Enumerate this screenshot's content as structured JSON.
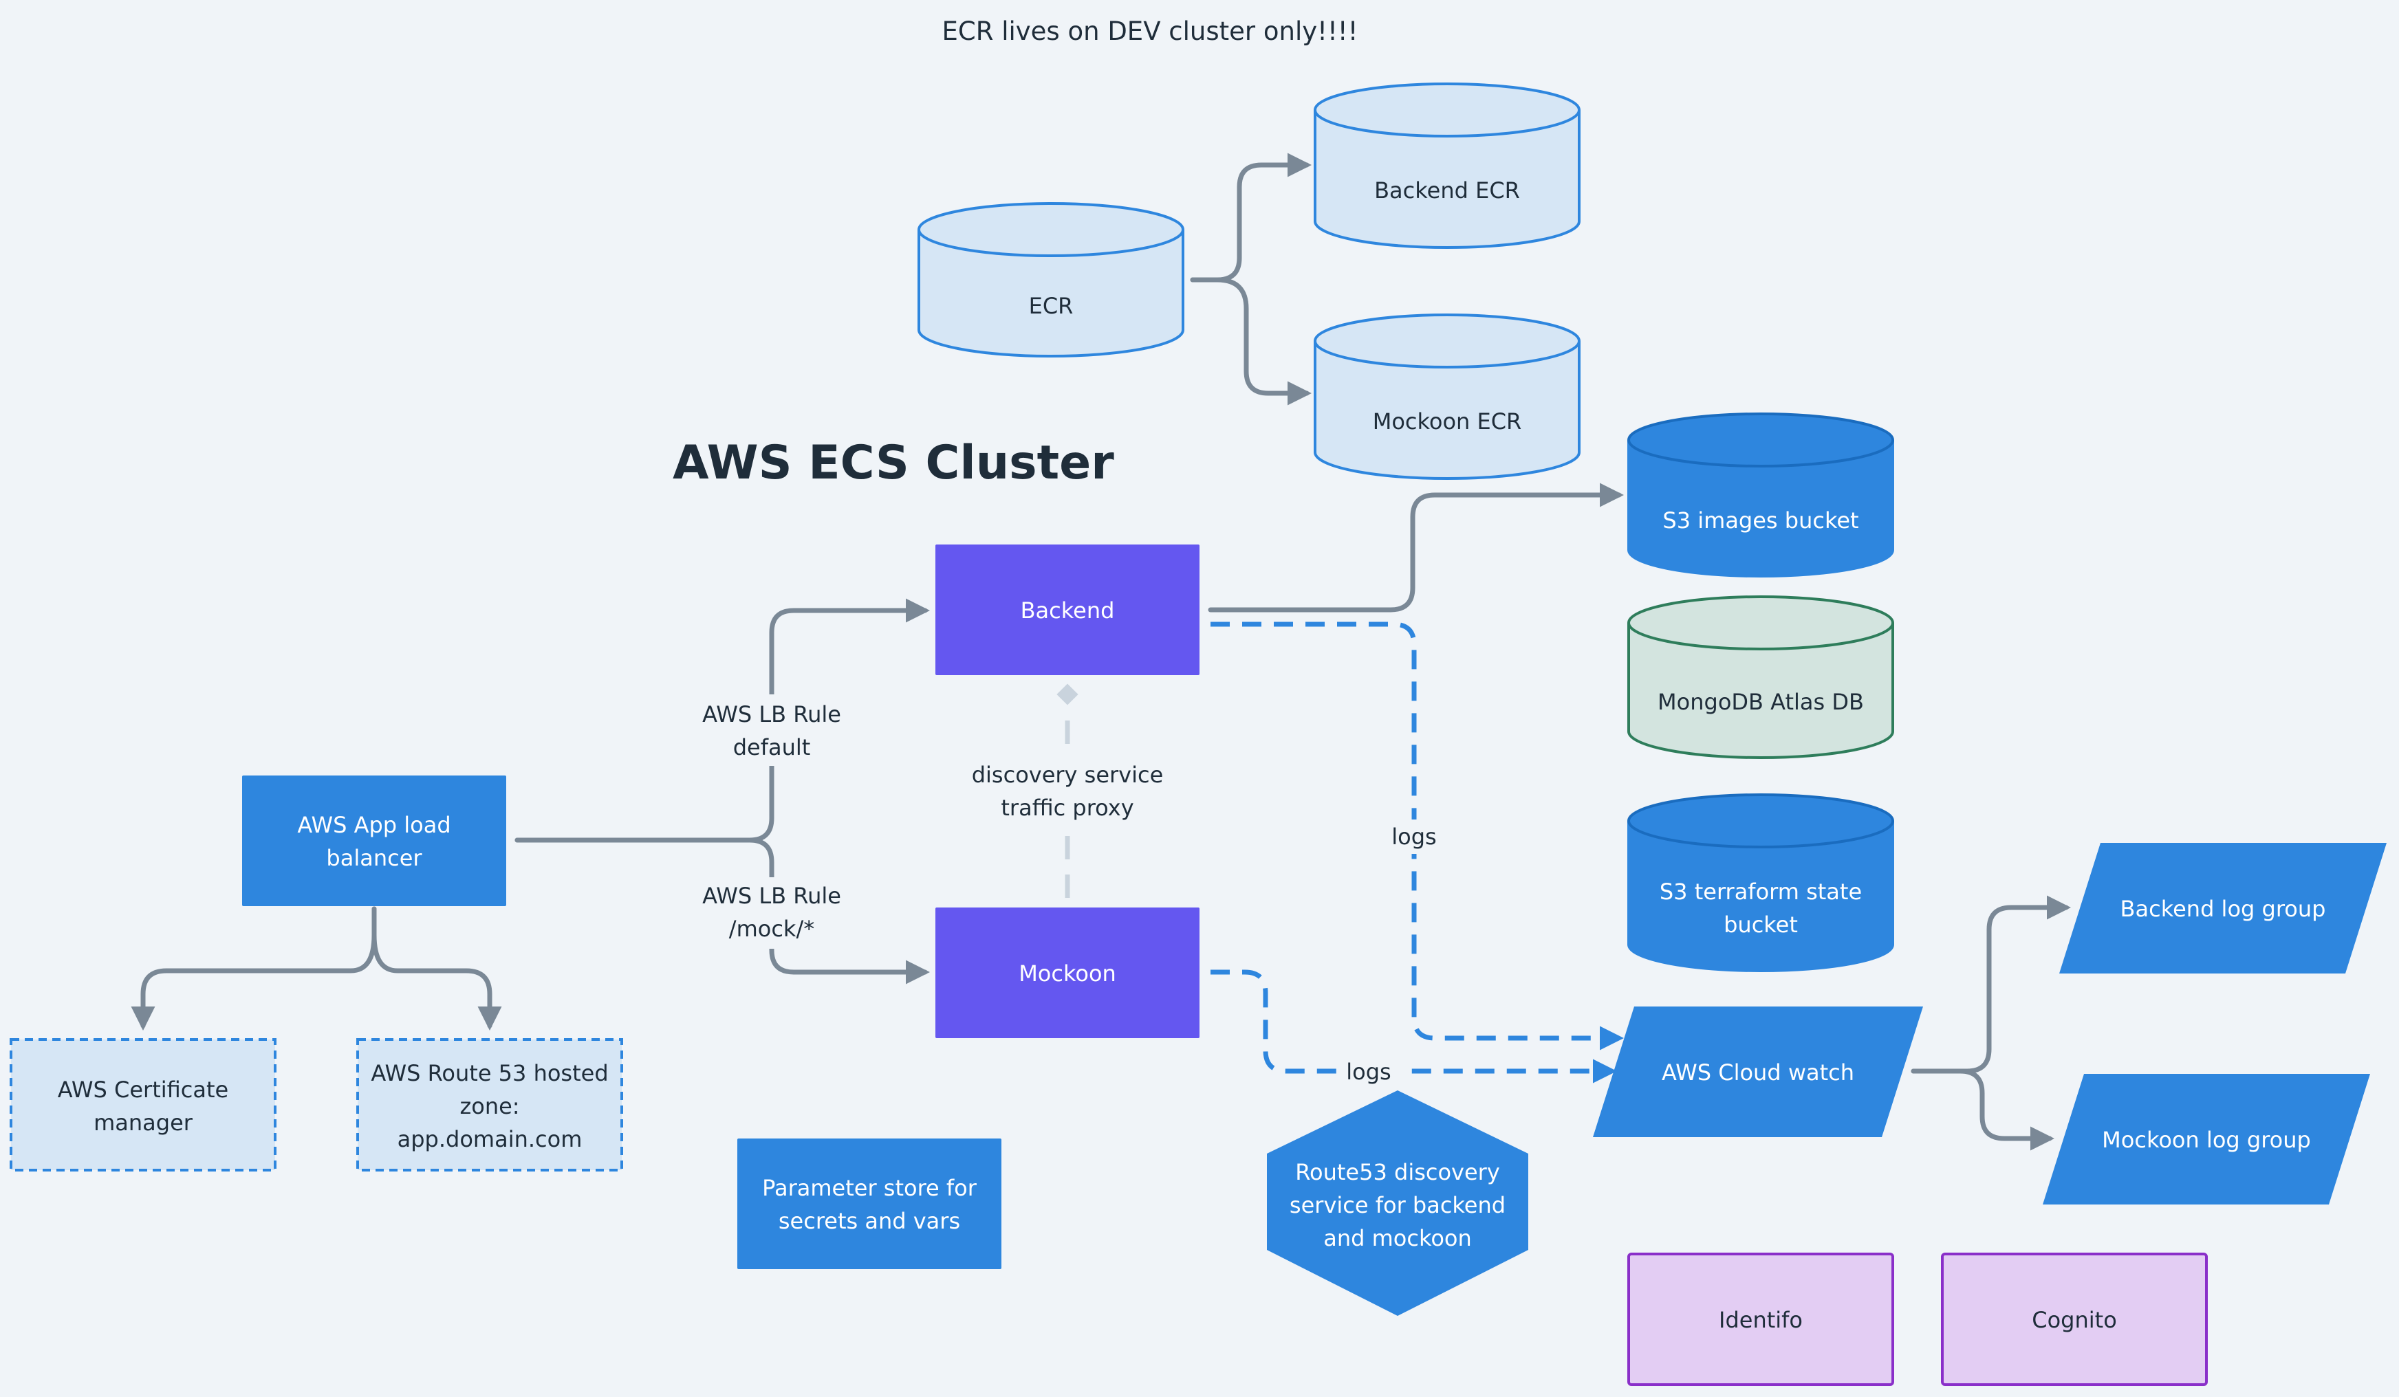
{
  "note": "ECR lives on DEV cluster only!!!!",
  "cluster_title": "AWS ECS Cluster",
  "nodes": {
    "ecr": "ECR",
    "backend_ecr": "Backend ECR",
    "mockoon_ecr": "Mockoon ECR",
    "s3_images": "S3 images bucket",
    "mongodb": "MongoDB Atlas DB",
    "s3_terraform": [
      "S3 terraform state",
      "bucket"
    ],
    "backend": "Backend",
    "mockoon": "Mockoon",
    "alb": [
      "AWS App load",
      "balancer"
    ],
    "cert_manager": [
      "AWS Certificate",
      "manager"
    ],
    "route53_zone": [
      "AWS Route 53 hosted",
      "zone:",
      "app.domain.com"
    ],
    "param_store": [
      "Parameter store for",
      "secrets and vars"
    ],
    "route53_discovery": [
      "Route53 discovery",
      "service for backend",
      "and mockoon"
    ],
    "cloudwatch": "AWS Cloud watch",
    "backend_log": "Backend log group",
    "mockoon_log": "Mockoon log group",
    "identifo": "Identifo",
    "cognito": "Cognito"
  },
  "edge_labels": {
    "lb_rule_default": [
      "AWS LB Rule",
      "default"
    ],
    "lb_rule_mock": [
      "AWS LB Rule",
      "/mock/*"
    ],
    "discovery_proxy": [
      "discovery service",
      "traffic proxy"
    ],
    "logs_backend": "logs",
    "logs_mockoon": "logs"
  },
  "colors": {
    "background": "#f0f4f8",
    "light_fill": "#d6e6f5",
    "light_stroke": "#2e86de",
    "blue_fill": "#2e86de",
    "purple_fill": "#6457f0",
    "mongo_fill": "#d3e4df",
    "mongo_stroke": "#2e7d5b",
    "lilac_fill": "#e3cdf3",
    "lilac_stroke": "#8a2fc9",
    "edge": "#7a8896",
    "text_dark": "#1f2d3a"
  }
}
